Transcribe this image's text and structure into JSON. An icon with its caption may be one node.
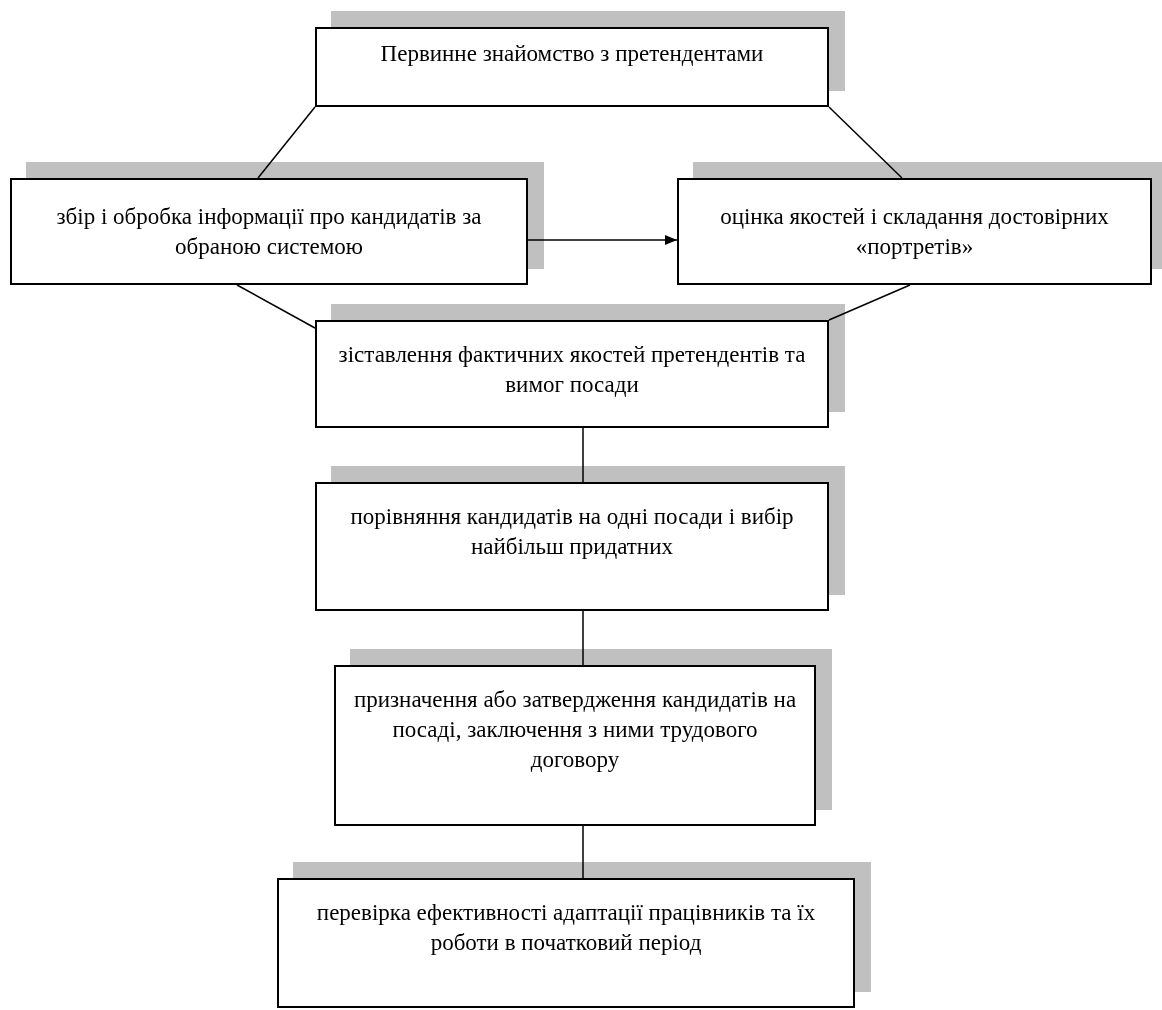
{
  "diagram": {
    "nodes": [
      {
        "text": [
          "Первинне знайомство з претендентами"
        ]
      },
      {
        "text": [
          "збір і обробка інформації про кандидатів за обраною системою"
        ]
      },
      {
        "text": [
          "оцінка якостей і складання достовірних «портретів»"
        ]
      },
      {
        "text": [
          "зіставлення фактичних якостей претендентів та вимог посади"
        ]
      },
      {
        "text": [
          "порівняння кандидатів на одні посади і вибір найбільш придатних"
        ]
      },
      {
        "text": [
          "призначення або затвердження кандидатів на посаді, заключення з ними трудового договору"
        ]
      },
      {
        "text": [
          "перевірка ефективності адаптації працівників та їх роботи в початковий період"
        ]
      }
    ],
    "edges": [
      {
        "from": 0,
        "to": 1,
        "arrow": "none"
      },
      {
        "from": 0,
        "to": 2,
        "arrow": "none"
      },
      {
        "from": 1,
        "to": 2,
        "arrow": "to"
      },
      {
        "from": 1,
        "to": 3,
        "arrow": "none"
      },
      {
        "from": 2,
        "to": 3,
        "arrow": "none"
      },
      {
        "from": 3,
        "to": 4,
        "arrow": "none"
      },
      {
        "from": 4,
        "to": 5,
        "arrow": "none"
      },
      {
        "from": 5,
        "to": 6,
        "arrow": "none"
      }
    ]
  }
}
